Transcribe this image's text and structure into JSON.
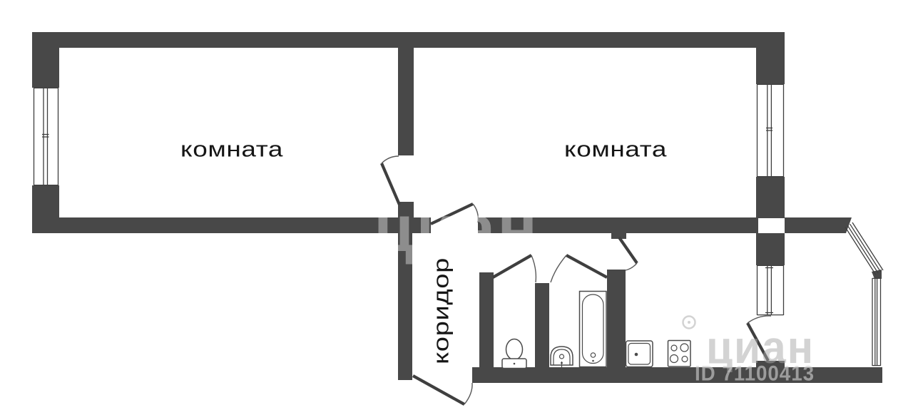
{
  "plan": {
    "title": "2-room apartment floor plan",
    "rooms": {
      "room_left": {
        "label": "комната"
      },
      "room_right": {
        "label": "комната"
      },
      "corridor": {
        "label": "коридор"
      }
    },
    "fixtures": [
      "toilet",
      "wash-basin",
      "bathtub",
      "kitchen-sink",
      "stove"
    ],
    "windows": [
      "left-room-window",
      "right-room-window",
      "balcony-window",
      "bay-window-diagonal",
      "bay-window-side"
    ],
    "doors": [
      "room-left-door",
      "room-right-door",
      "toilet-door",
      "bathroom-door",
      "kitchen-door",
      "balcony-door",
      "entrance-door"
    ]
  },
  "watermark": {
    "brand": "циан",
    "id_label": "ID 71100413"
  },
  "colors": {
    "wall": "#484848",
    "line": "#3e3e3e",
    "leaf": "#3f3f3f",
    "arc": "#5a5a5a",
    "fixture": "#4a4a4a",
    "text": "#161616",
    "wmcenter": "rgba(255,255,255,0.38)",
    "wmgray": "rgba(168,168,168,0.50)",
    "wmid": "rgba(208,208,208,0.62)"
  }
}
